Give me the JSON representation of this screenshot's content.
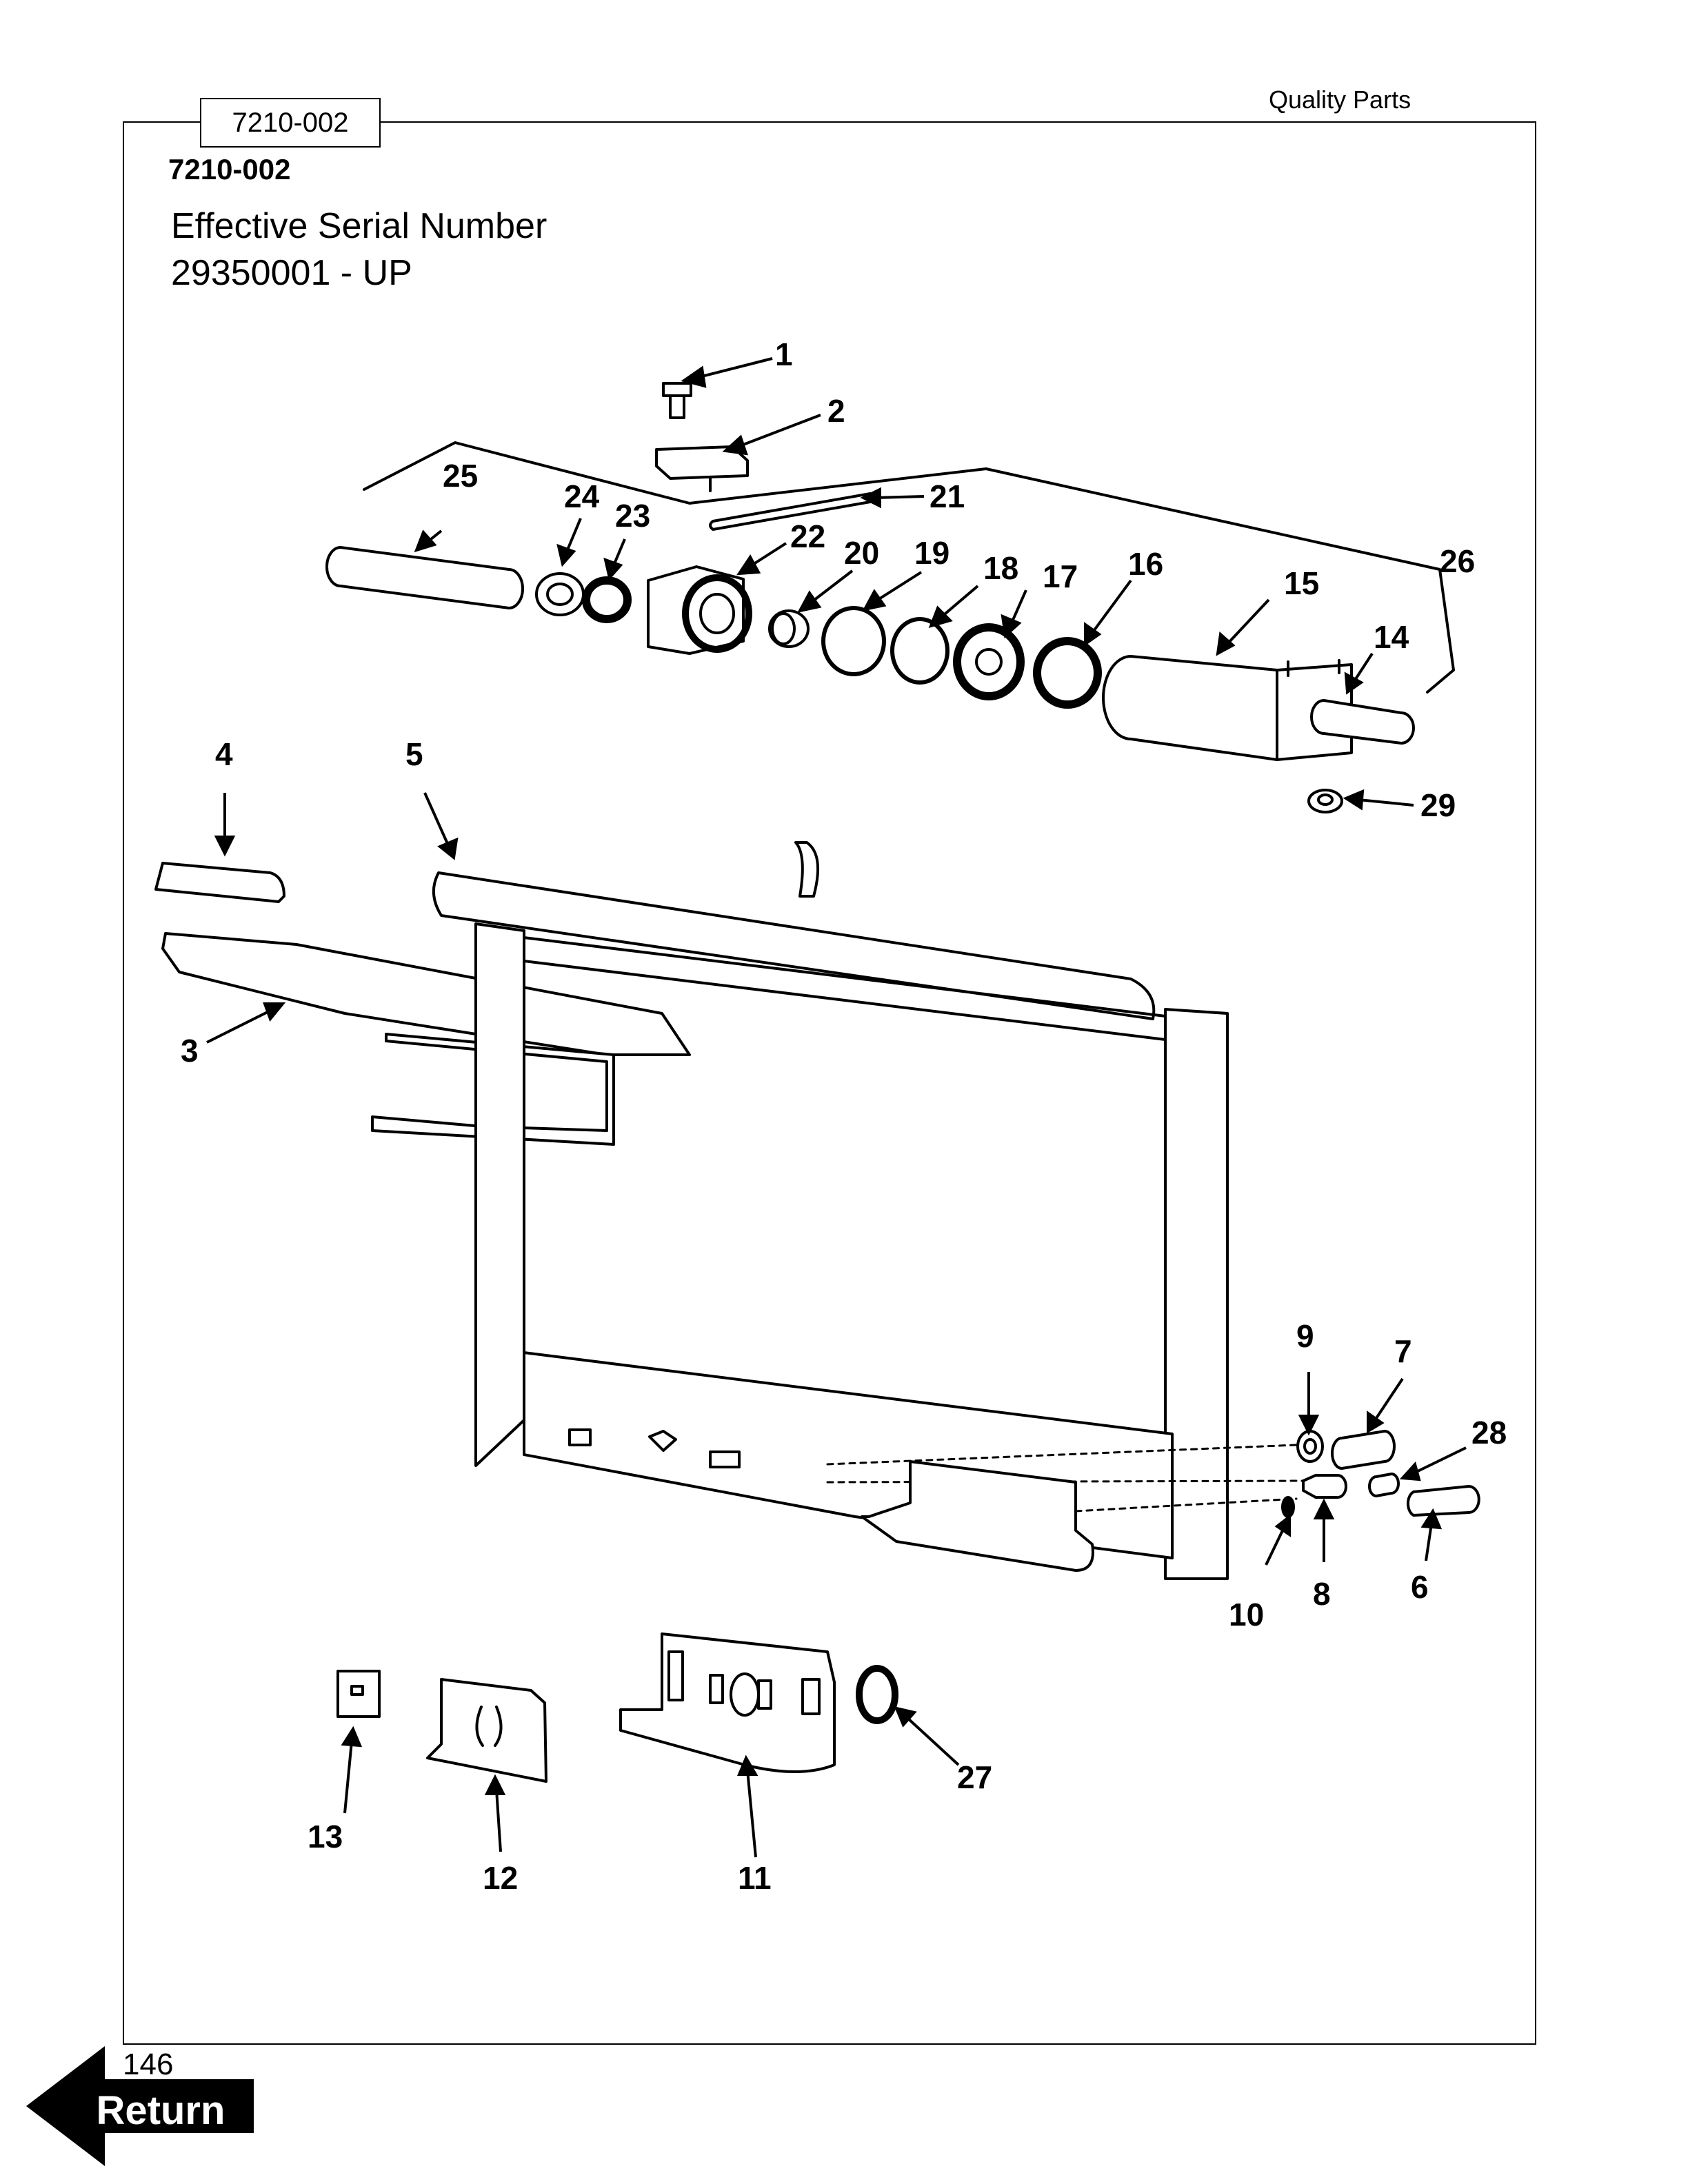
{
  "header": {
    "brand": "Quality Parts"
  },
  "tab_label": "7210-002",
  "doc_id": "7210-002",
  "serial": {
    "label": "Effective Serial Number",
    "range": "29350001 - UP"
  },
  "page_number": "146",
  "return_button": {
    "label": "Return"
  },
  "callouts": [
    "1",
    "2",
    "3",
    "4",
    "5",
    "6",
    "7",
    "8",
    "9",
    "10",
    "11",
    "12",
    "13",
    "14",
    "15",
    "16",
    "17",
    "18",
    "19",
    "20",
    "21",
    "22",
    "23",
    "24",
    "25",
    "26",
    "27",
    "28",
    "29"
  ],
  "colors": {
    "ink": "#000000",
    "paper": "#ffffff"
  }
}
